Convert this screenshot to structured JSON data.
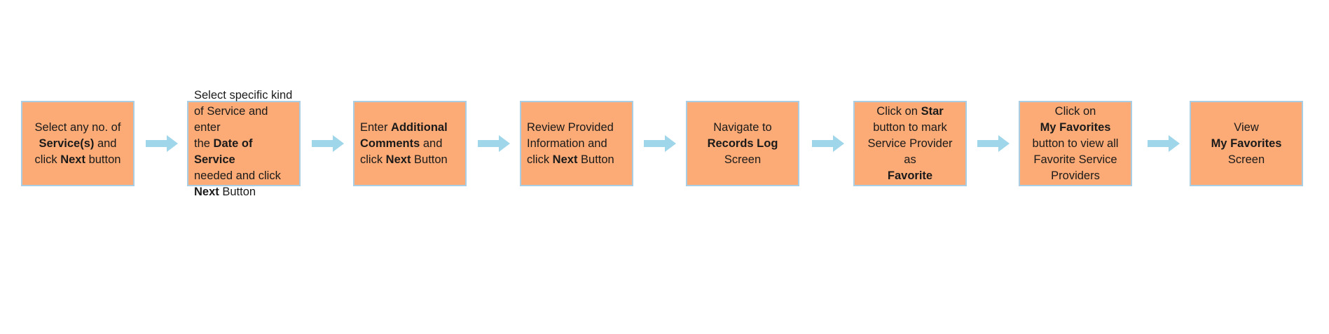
{
  "colors": {
    "box_fill": "#fdab76",
    "box_border": "#a9cde3",
    "arrow": "#9fd6ea",
    "text": "#1a1a1a"
  },
  "arrow_icon": "right-arrow-icon",
  "steps": [
    {
      "align": "center",
      "lines": [
        [
          {
            "t": "Select any no. of",
            "b": false
          }
        ],
        [
          {
            "t": "Service(s)",
            "b": true
          },
          {
            "t": " and",
            "b": false
          }
        ],
        [
          {
            "t": "click ",
            "b": false
          },
          {
            "t": "Next",
            "b": true
          },
          {
            "t": " button",
            "b": false
          }
        ]
      ]
    },
    {
      "align": "left",
      "lines": [
        [
          {
            "t": "Select specific kind",
            "b": false
          }
        ],
        [
          {
            "t": "of Service and enter",
            "b": false
          }
        ],
        [
          {
            "t": "the ",
            "b": false
          },
          {
            "t": "Date of Service",
            "b": true
          }
        ],
        [
          {
            "t": "needed and click",
            "b": false
          }
        ],
        [
          {
            "t": "Next",
            "b": true
          },
          {
            "t": " Button",
            "b": false
          }
        ]
      ]
    },
    {
      "align": "left",
      "lines": [
        [
          {
            "t": "Enter ",
            "b": false
          },
          {
            "t": "Additional",
            "b": true
          }
        ],
        [
          {
            "t": "Comments",
            "b": true
          },
          {
            "t": " and",
            "b": false
          }
        ],
        [
          {
            "t": "click ",
            "b": false
          },
          {
            "t": "Next",
            "b": true
          },
          {
            "t": " Button",
            "b": false
          }
        ]
      ]
    },
    {
      "align": "left",
      "lines": [
        [
          {
            "t": "Review Provided",
            "b": false
          }
        ],
        [
          {
            "t": "Information and",
            "b": false
          }
        ],
        [
          {
            "t": "click ",
            "b": false
          },
          {
            "t": "Next",
            "b": true
          },
          {
            "t": " Button",
            "b": false
          }
        ]
      ]
    },
    {
      "align": "center",
      "lines": [
        [
          {
            "t": "Navigate to",
            "b": false
          }
        ],
        [
          {
            "t": "Records Log",
            "b": true
          },
          {
            "t": " Screen",
            "b": false
          }
        ]
      ]
    },
    {
      "align": "center",
      "lines": [
        [
          {
            "t": "Click on ",
            "b": false
          },
          {
            "t": "Star",
            "b": true
          }
        ],
        [
          {
            "t": "button to mark",
            "b": false
          }
        ],
        [
          {
            "t": "Service Provider as",
            "b": false
          }
        ],
        [
          {
            "t": "Favorite",
            "b": true
          }
        ]
      ]
    },
    {
      "align": "center",
      "lines": [
        [
          {
            "t": "Click on",
            "b": false
          }
        ],
        [
          {
            "t": "My Favorites",
            "b": true
          }
        ],
        [
          {
            "t": "button to view all",
            "b": false
          }
        ],
        [
          {
            "t": "Favorite Service",
            "b": false
          }
        ],
        [
          {
            "t": "Providers",
            "b": false
          }
        ]
      ]
    },
    {
      "align": "center",
      "lines": [
        [
          {
            "t": "View",
            "b": false
          }
        ],
        [
          {
            "t": "My Favorites",
            "b": true
          }
        ],
        [
          {
            "t": "Screen",
            "b": false
          }
        ]
      ]
    }
  ]
}
